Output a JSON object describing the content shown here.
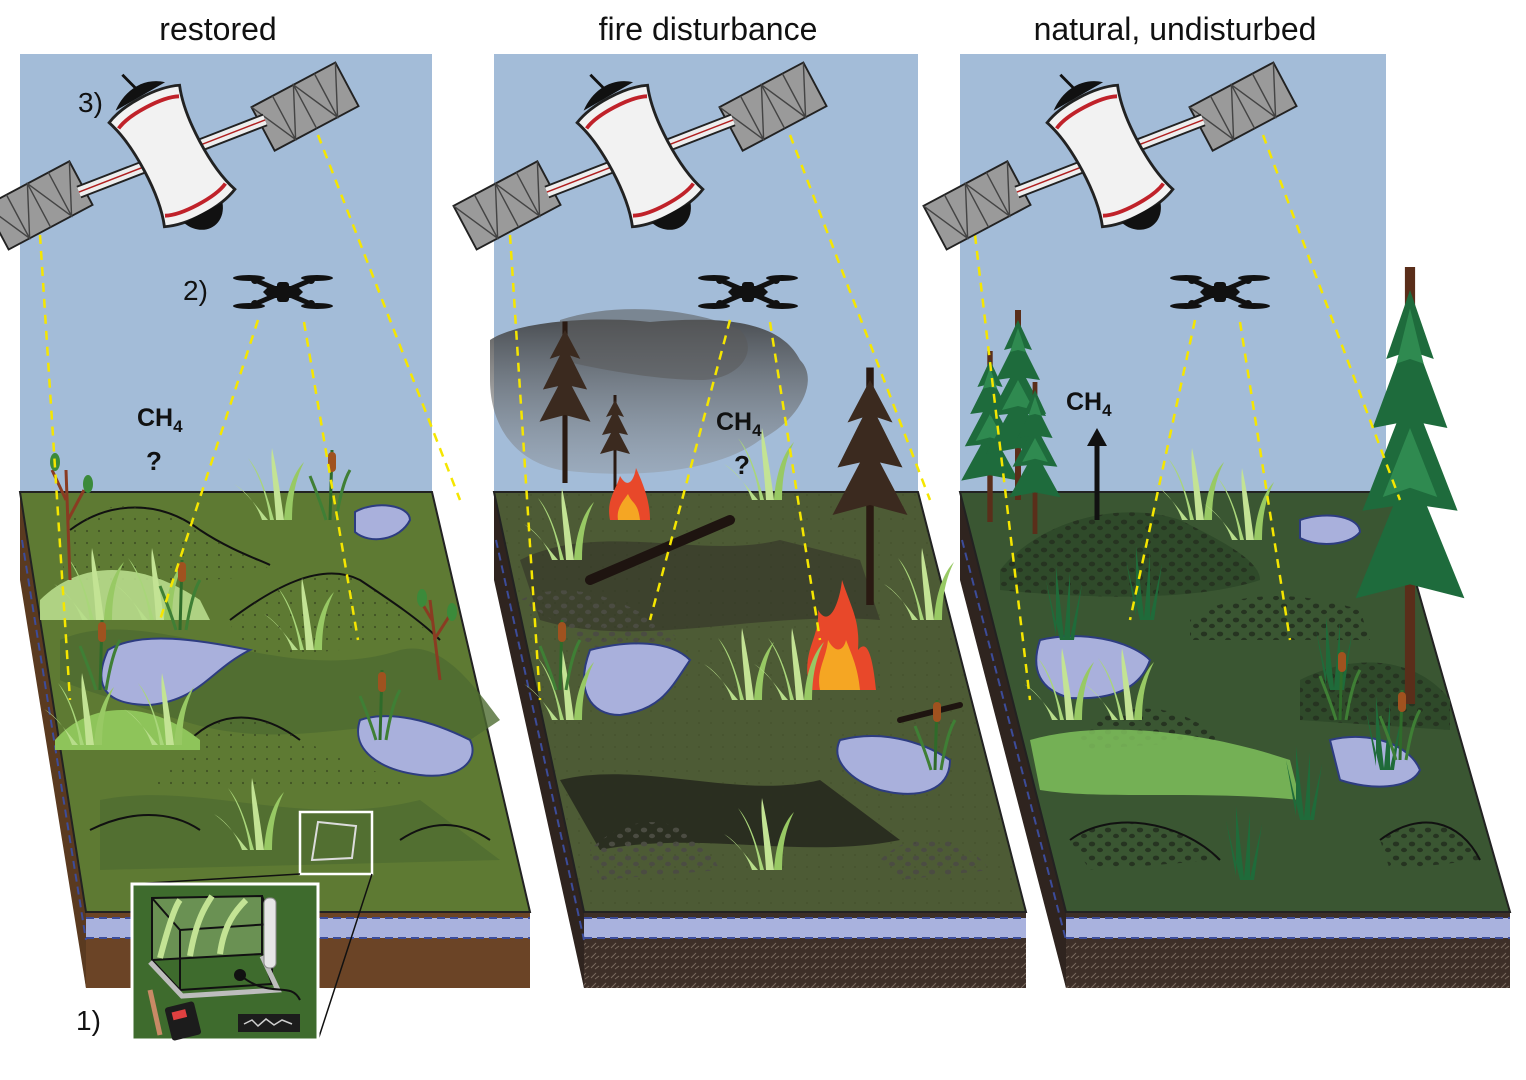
{
  "panels": [
    {
      "id": "restored",
      "title": "restored",
      "ch4_label": "CH",
      "ch4_sub": "4",
      "ch4_mark": "?"
    },
    {
      "id": "fire",
      "title": "fire disturbance",
      "ch4_label": "CH",
      "ch4_sub": "4",
      "ch4_mark": "?"
    },
    {
      "id": "natural",
      "title": "natural, undisturbed",
      "ch4_label": "CH",
      "ch4_sub": "4",
      "ch4_mark": "arrow-up"
    }
  ],
  "method_labels": {
    "chamber": "1)",
    "drone": "2)",
    "satellite": "3)"
  },
  "icons": [
    "satellite-icon",
    "drone-icon",
    "flux-chamber-icon",
    "gas-analyzer-icon",
    "data-logger-icon",
    "arrow-up-icon"
  ],
  "colors": {
    "sky": "#a3bcd8",
    "restored_ground": "#5e7a33",
    "fire_ground": "#4d5b35",
    "natural_ground": "#3a5632",
    "soil_brown": "#6b4426",
    "soil_dark": "#3d2f28",
    "water_layer": "#a9b2de",
    "pond": "#a9b0dc",
    "scan_lines": "#f5e600"
  }
}
